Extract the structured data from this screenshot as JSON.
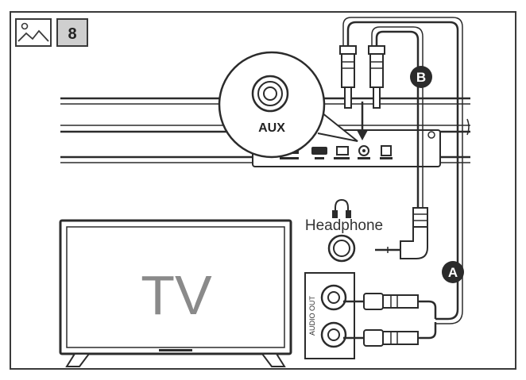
{
  "figure": {
    "number": "8",
    "icon": "image-icon"
  },
  "labels": {
    "aux": "AUX",
    "headphone": "Headphone",
    "tv": "TV",
    "audio_out": "AUDIO OUT",
    "cable_a": "A",
    "cable_b": "B"
  },
  "colors": {
    "line": "#2b2b2b",
    "badge": "#2b2b2b",
    "number_box": "#cfcfcf",
    "tv_text": "#8a8a8a"
  }
}
